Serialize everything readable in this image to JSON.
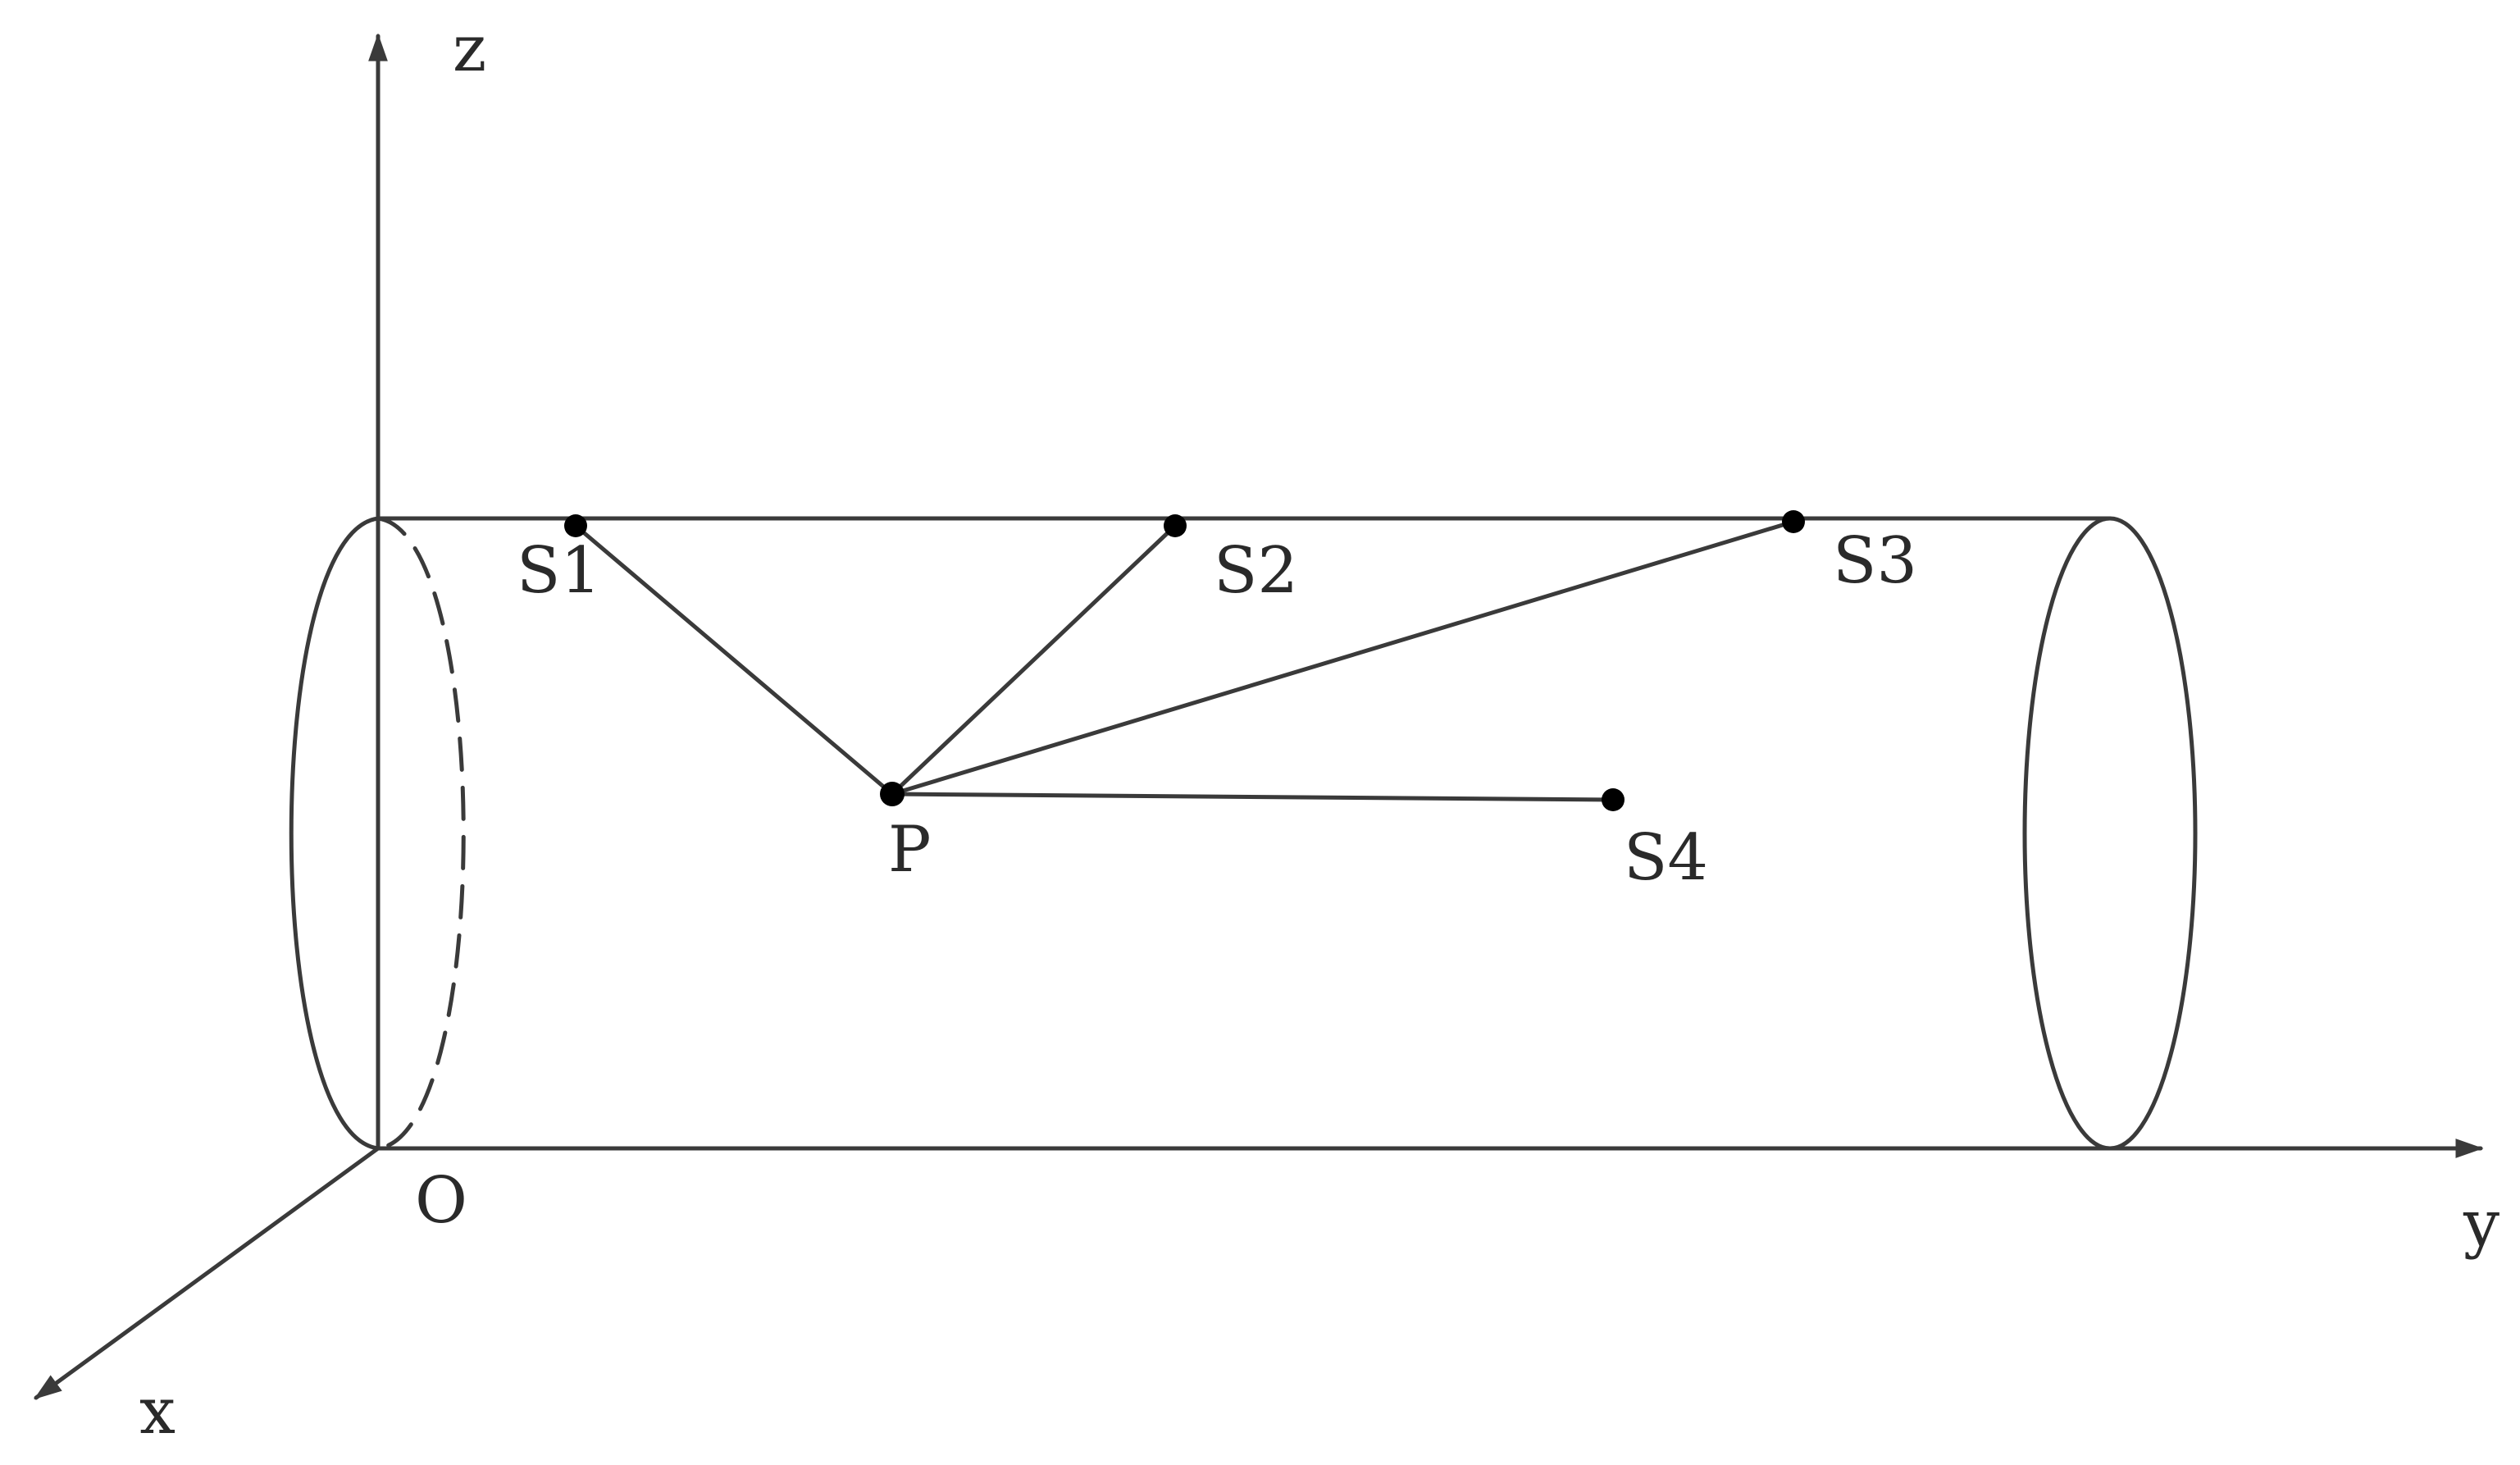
{
  "axes": {
    "x_label": "x",
    "y_label": "y",
    "z_label": "z",
    "origin_label": "O"
  },
  "points": {
    "p_label": "P",
    "s1_label": "S1",
    "s2_label": "S2",
    "s3_label": "S3",
    "s4_label": "S4"
  },
  "colors": {
    "line": "#3a3a3a",
    "dot": "#000000",
    "background": "#ffffff"
  }
}
